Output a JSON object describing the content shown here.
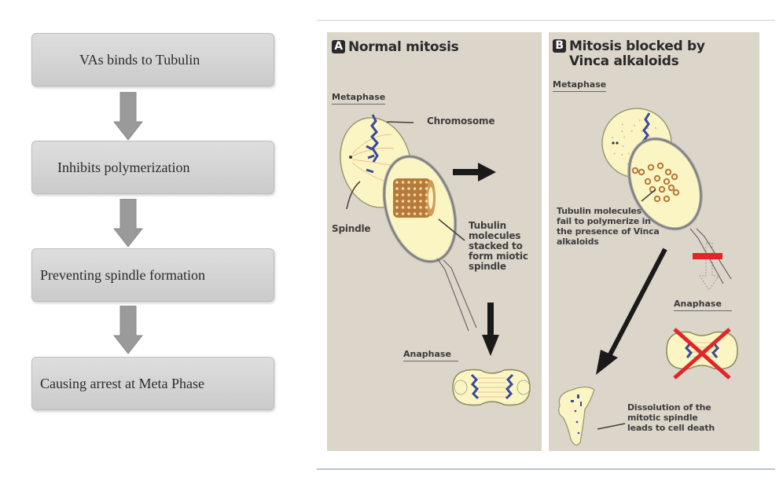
{
  "flowchart": {
    "steps": [
      {
        "label": "VAs binds to Tubulin"
      },
      {
        "label": "Inhibits polymerization"
      },
      {
        "label": "Preventing spindle formation"
      },
      {
        "label": "Causing arrest at Meta Phase"
      }
    ],
    "colors": {
      "box": "#d4d4d4",
      "arrow": "#9a9a9a"
    }
  },
  "figure": {
    "panel_a": {
      "letter": "A",
      "title": "Normal mitosis",
      "metaphase_label": "Metaphase",
      "chromosome_label": "Chromosome",
      "spindle_label": "Spindle",
      "tubulin_label": [
        "Tubulin",
        "molecules",
        "stacked to",
        "form miotic",
        "spindle"
      ],
      "anaphase_label": "Anaphase"
    },
    "panel_b": {
      "letter": "B",
      "title_line1": "Mitosis blocked by",
      "title_line2": "Vinca alkaloids",
      "metaphase_label": "Metaphase",
      "tubulin_label": [
        "Tubulin molecules",
        "fail to polymerize in",
        "the presence of Vinca",
        "alkaloids"
      ],
      "anaphase_label": "Anaphase",
      "dissolution_label": [
        "Dissolution of the",
        "mitotic spindle",
        "leads to cell death"
      ]
    },
    "colors": {
      "panel_bg": "#dcd5ca",
      "cell_fill": "#fbf5c4",
      "chromosome": "#3a4a9a",
      "tubulin": "#b5793a",
      "block_red": "#e0262a"
    }
  }
}
